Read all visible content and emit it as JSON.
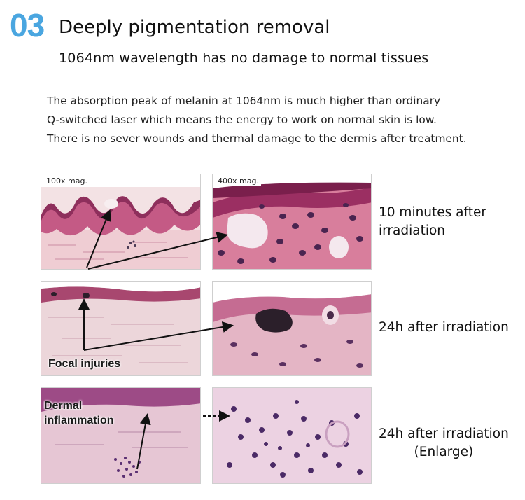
{
  "header": {
    "number": "03",
    "title": "Deeply pigmentation removal",
    "subtitle": "1064nm wavelength has no damage to normal tissues"
  },
  "intro": {
    "lines": [
      "The absorption peak of melanin at 1064nm is much higher than ordinary",
      "Q-switched laser which means the energy to work on normal skin is low.",
      "There is no sever wounds and thermal damage to the dermis after treatment."
    ]
  },
  "panels": {
    "mag_left": "100x mag.",
    "mag_right": "400x mag.",
    "focal": "Focal injuries",
    "dermal_1": "Dermal",
    "dermal_2": "inflammation"
  },
  "captions": {
    "row1_line1": "10 minutes after",
    "row1_line2": "irradiation",
    "row2": "24h after irradiation",
    "row3_line1": "24h after irradiation",
    "row3_line2": "(Enlarge)"
  },
  "colors": {
    "accent": "#4aa6e0",
    "tissue_pink": "#e8a9bc",
    "epidermis": "#b24873",
    "nuclei_purple": "#5b2a6e"
  }
}
